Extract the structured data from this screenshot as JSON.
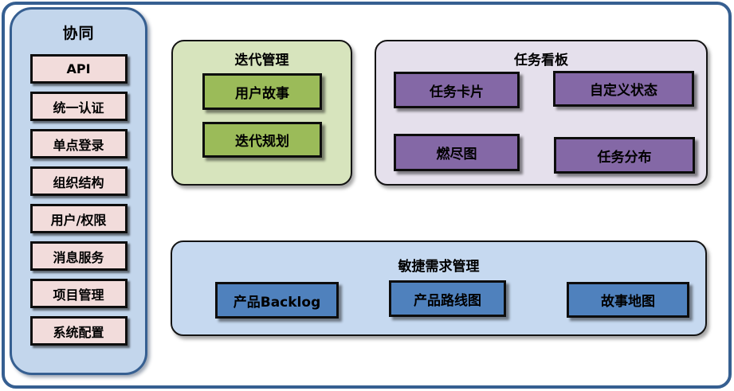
{
  "sidebar": {
    "title": "协同",
    "items": [
      "API",
      "统一认证",
      "单点登录",
      "组织结构",
      "用户/权限",
      "消息服务",
      "项目管理",
      "系统配置"
    ]
  },
  "panels": {
    "iteration": {
      "title": "迭代管理",
      "items": [
        "用户故事",
        "迭代规划"
      ]
    },
    "task_board": {
      "title": "任务看板",
      "items": [
        "任务卡片",
        "自定义状态",
        "燃尽图",
        "任务分布"
      ]
    },
    "agile_requirements": {
      "title": "敏捷需求管理",
      "items": [
        "产品Backlog",
        "产品路线图",
        "故事地图"
      ]
    }
  },
  "colors": {
    "frame_border": "#365F91",
    "sidebar_bg": "#C3D6EC",
    "sidebar_item_bg": "#F2DCDB",
    "iteration_panel_bg": "#D7E4BD",
    "iteration_item_bg": "#9BBB59",
    "task_board_panel_bg": "#E5E0EC",
    "task_board_item_bg": "#8468A6",
    "requirements_panel_bg": "#C6D9F0",
    "requirements_item_bg": "#4F81BD",
    "box_border": "#000000"
  }
}
